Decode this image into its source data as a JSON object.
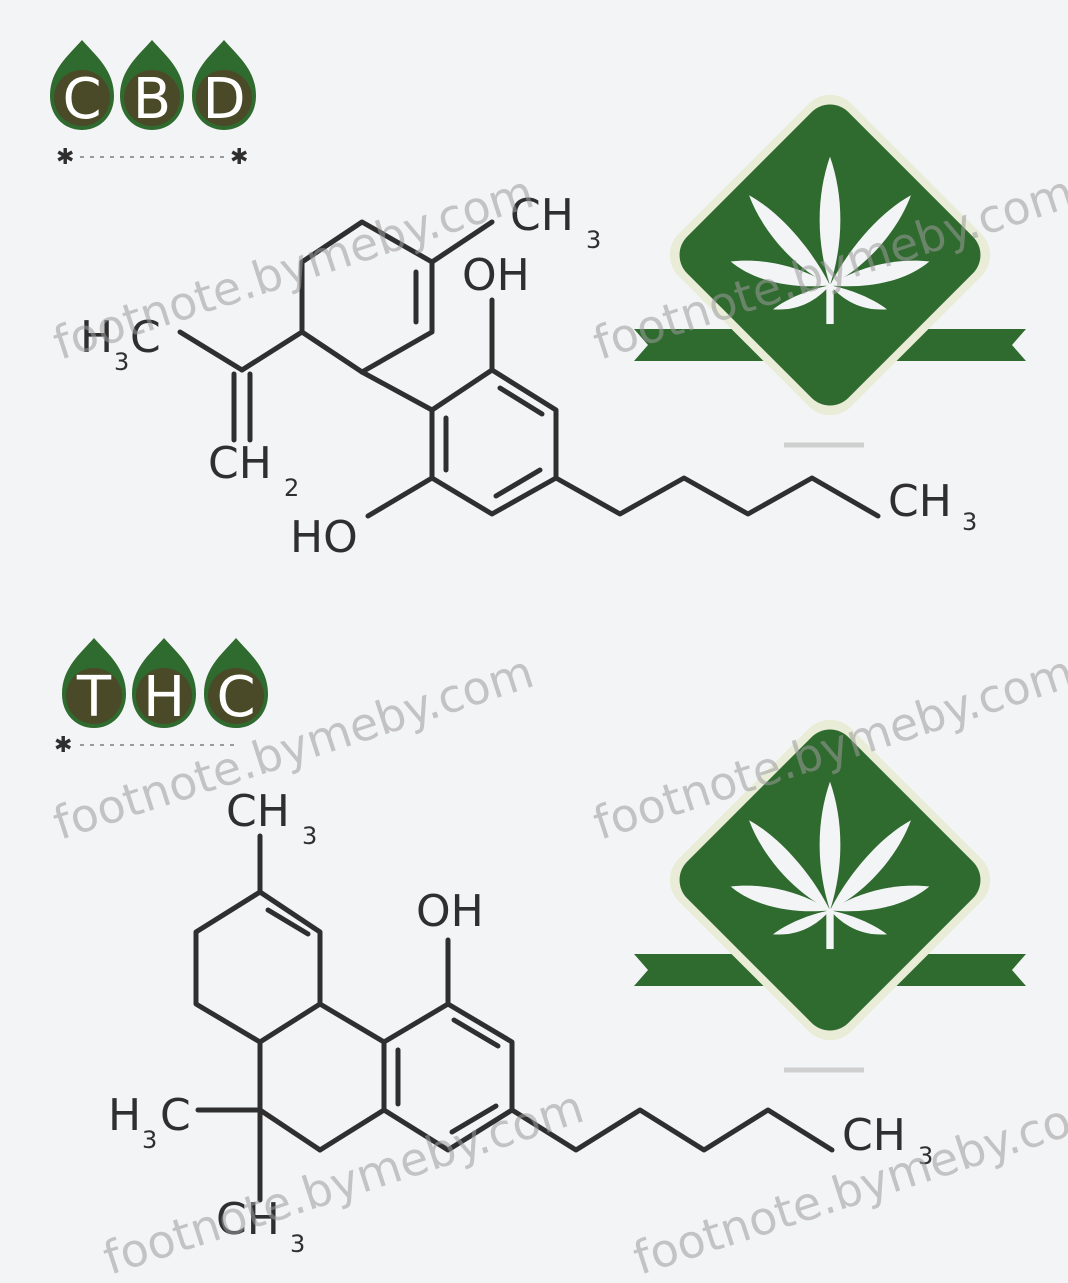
{
  "colors": {
    "green": "#2f6a2e",
    "dark_olive": "#4a4a28",
    "cream_border": "#e9ecd6",
    "ink": "#2f2f2f",
    "background": "#f3f4f6"
  },
  "cbd": {
    "letters": [
      "C",
      "B",
      "D"
    ],
    "atoms": {
      "ch3": "CH",
      "ch3_sub": "3",
      "oh": "OH",
      "h3c_h": "H",
      "h3c_sub": "3",
      "h3c_c": "C",
      "ch2": "CH",
      "ch2_sub": "2",
      "ho": "HO",
      "chain_ch3": "CH",
      "chain_ch3_sub": "3"
    }
  },
  "thc": {
    "letters": [
      "T",
      "H",
      "C"
    ],
    "atoms": {
      "top_ch3": "CH",
      "top_ch3_sub": "3",
      "oh": "OH",
      "h3c_h": "H",
      "h3c_sub": "3",
      "h3c_c": "C",
      "bottom_ch3": "CH",
      "bottom_ch3_sub": "3",
      "chain_ch3": "CH",
      "chain_ch3_sub": "3"
    }
  },
  "badges": [
    {
      "icon": "cannabis-leaf-icon"
    },
    {
      "icon": "cannabis-leaf-icon"
    }
  ],
  "watermark": "footnote.bymeby.com"
}
